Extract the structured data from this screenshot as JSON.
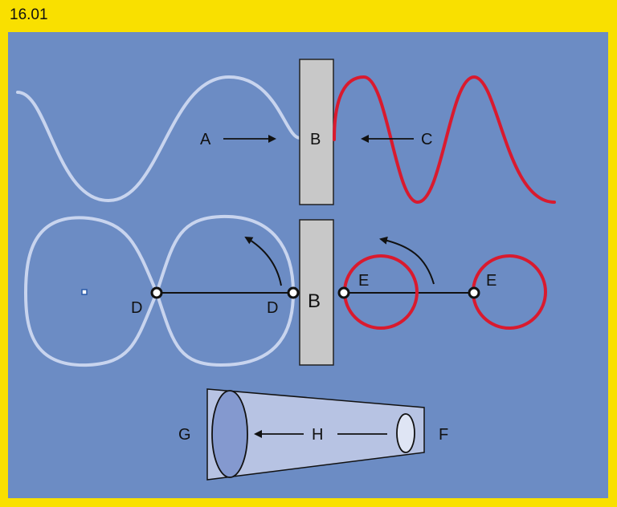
{
  "figure": {
    "number": "16.01",
    "colors": {
      "frame": "#f9e000",
      "panel": "#6c8cc4",
      "pale_wave": "#c8d4ee",
      "red_wave": "#d91a2e",
      "barrier": "#c8c8c8",
      "cone_light": "#b7c3e3",
      "cone_dark": "#8499cf"
    }
  },
  "labels": {
    "a": "A",
    "b_top": "B",
    "c": "C",
    "b_mid": "B",
    "d_left": "D",
    "d_right": "D",
    "e_left": "E",
    "e_right": "E",
    "g": "G",
    "h": "H",
    "f": "F"
  }
}
